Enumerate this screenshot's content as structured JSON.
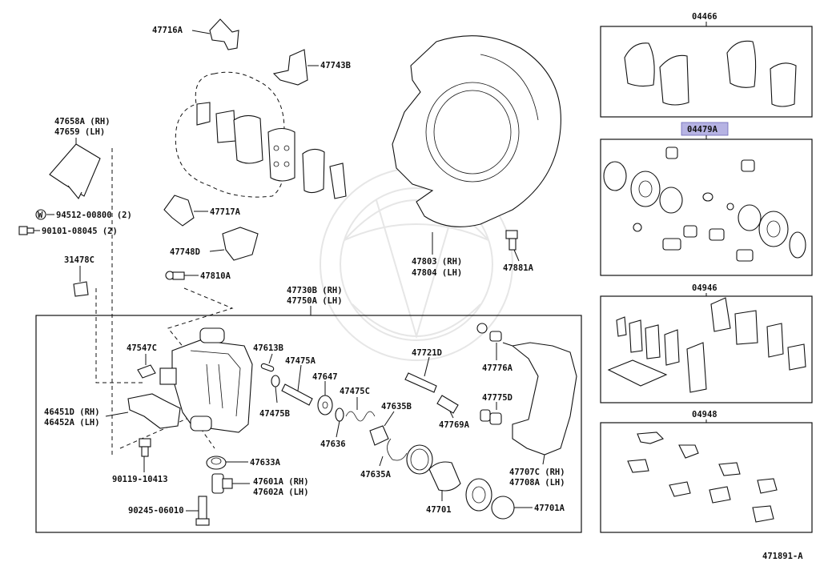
{
  "diagram_id": "471891-A",
  "labels": {
    "p47716A": "47716A",
    "p47743B": "47743B",
    "p47658A": "47658A (RH)",
    "p47659": "47659   (LH)",
    "p94512": "94512-00800 (2)",
    "p94512_prefix": "W",
    "p90101": "90101-08045 (2)",
    "p47717A": "47717A",
    "p31478C": "31478C",
    "p47748D": "47748D",
    "p47810A": "47810A",
    "p47803": "47803 (RH)",
    "p47804": "47804 (LH)",
    "p47881A": "47881A",
    "p47730B": "47730B (RH)",
    "p47750A": "47750A (LH)",
    "p47547C": "47547C",
    "p47613B": "47613B",
    "p47475A": "47475A",
    "p47647": "47647",
    "p47475B": "47475B",
    "p47475C": "47475C",
    "p47721D": "47721D",
    "p47776A": "47776A",
    "p46451D": "46451D (RH)",
    "p46452A": "46452A (LH)",
    "p47635B": "47635B",
    "p47775D": "47775D",
    "p47769A": "47769A",
    "p47636": "47636",
    "p47633A": "47633A",
    "p47635A": "47635A",
    "p90119": "90119-10413",
    "p47601A": "47601A (RH)",
    "p47602A": "47602A (LH)",
    "p47707C": "47707C (RH)",
    "p47708A": "47708A (LH)",
    "p47701": "47701",
    "p47701A": "47701A",
    "p90245": "90245-06010",
    "k04466": "04466",
    "k04479A": "04479A",
    "k04946": "04946",
    "k04948": "04948"
  }
}
